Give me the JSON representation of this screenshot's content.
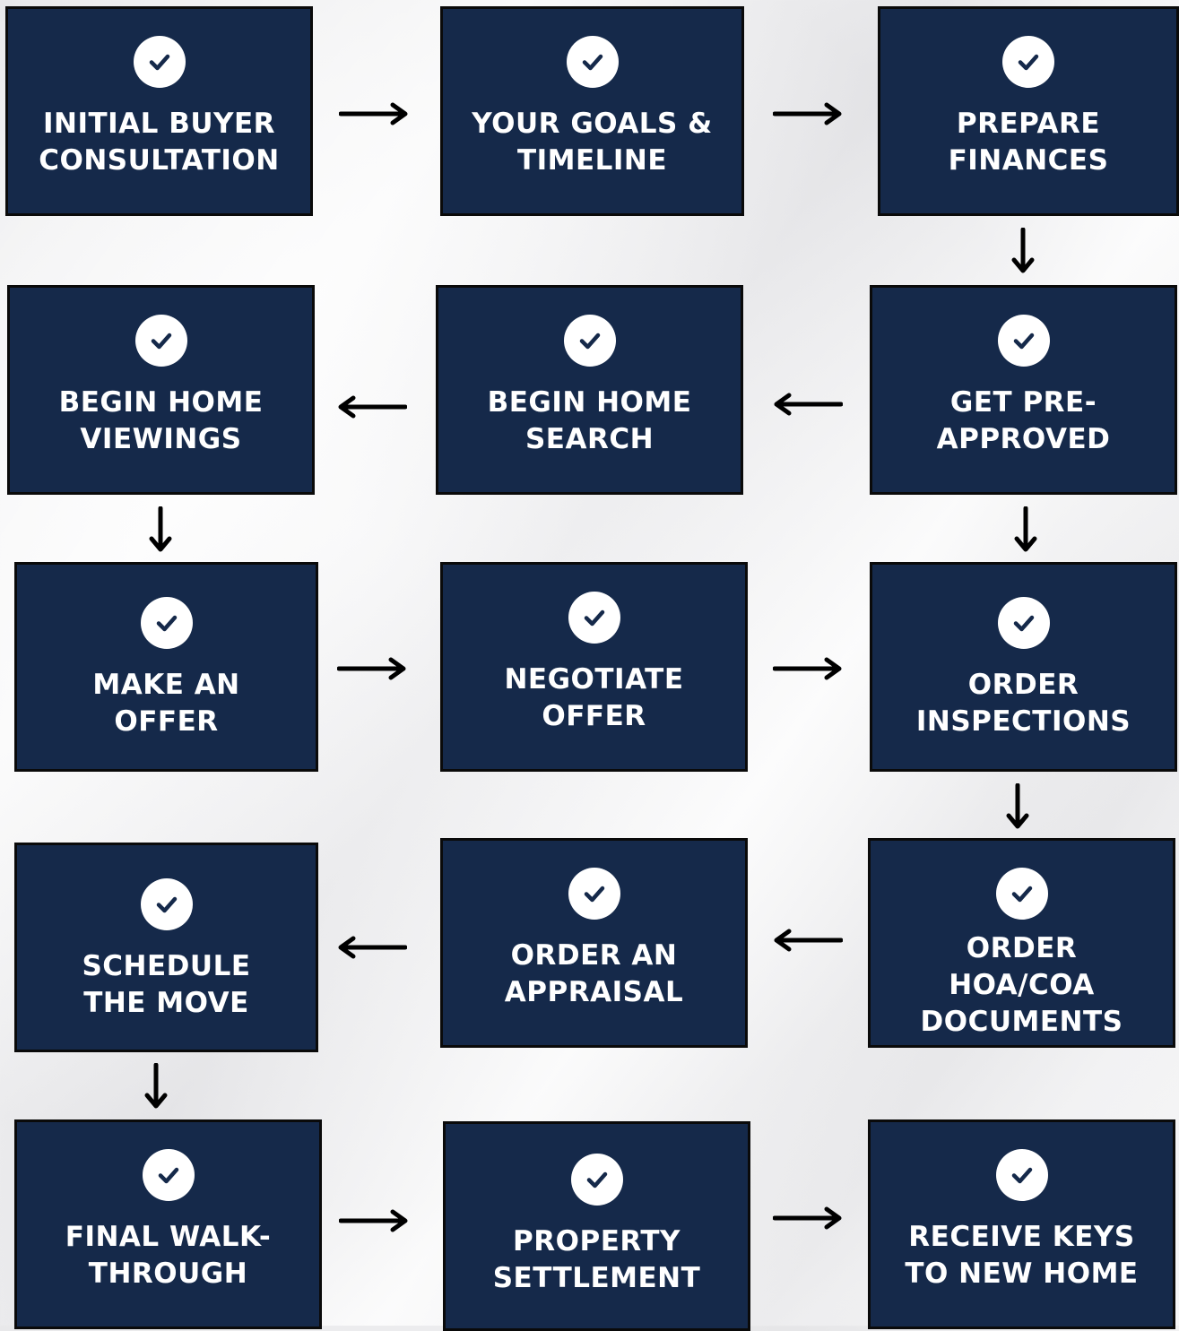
{
  "steps": [
    {
      "id": "initial-buyer-consultation",
      "lines": [
        "INITIAL BUYER",
        "CONSULTATION"
      ]
    },
    {
      "id": "your-goals-timeline",
      "lines": [
        "YOUR GOALS &",
        "TIMELINE"
      ]
    },
    {
      "id": "prepare-finances",
      "lines": [
        "PREPARE",
        "FINANCES"
      ]
    },
    {
      "id": "get-pre-approved",
      "lines": [
        "GET PRE-",
        "APPROVED"
      ]
    },
    {
      "id": "begin-home-search",
      "lines": [
        "BEGIN HOME",
        "SEARCH"
      ]
    },
    {
      "id": "begin-home-viewings",
      "lines": [
        "BEGIN HOME",
        "VIEWINGS"
      ]
    },
    {
      "id": "make-an-offer",
      "lines": [
        "MAKE AN",
        "OFFER"
      ]
    },
    {
      "id": "negotiate-offer",
      "lines": [
        "NEGOTIATE",
        "OFFER"
      ]
    },
    {
      "id": "order-inspections",
      "lines": [
        "ORDER",
        "INSPECTIONS"
      ]
    },
    {
      "id": "order-hoa-coa-documents",
      "lines": [
        "ORDER",
        "HOA/COA",
        "DOCUMENTS"
      ]
    },
    {
      "id": "order-an-appraisal",
      "lines": [
        "ORDER AN",
        "APPRAISAL"
      ]
    },
    {
      "id": "schedule-the-move",
      "lines": [
        "SCHEDULE",
        "THE MOVE"
      ]
    },
    {
      "id": "final-walk-through",
      "lines": [
        "FINAL WALK-",
        "THROUGH"
      ]
    },
    {
      "id": "property-settlement",
      "lines": [
        "PROPERTY",
        "SETTLEMENT"
      ]
    },
    {
      "id": "receive-keys-to-new-home",
      "lines": [
        "RECEIVE KEYS",
        "TO NEW HOME"
      ]
    }
  ],
  "step_icon": "check-circle-icon",
  "colors": {
    "box_fill": "#15294a",
    "box_border": "#0a0a0a",
    "text": "#ffffff",
    "check_circle": "#ffffff",
    "arrow": "#000000"
  }
}
